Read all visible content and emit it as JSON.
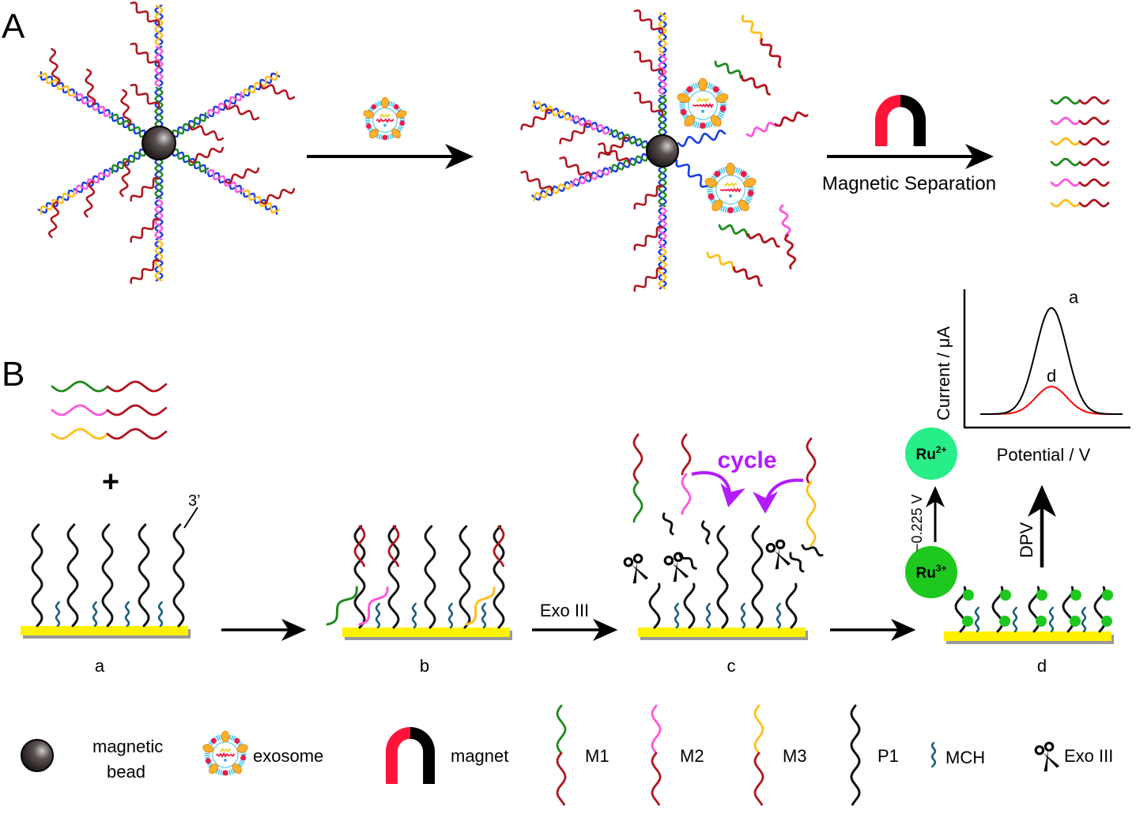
{
  "panels": {
    "A": {
      "label": "A",
      "step2_arrow_label": "Magnetic Separation"
    },
    "B": {
      "label": "B",
      "plus": "+",
      "three_prime": "3’",
      "stages": [
        "a",
        "b",
        "c",
        "d"
      ],
      "exo_arrow_label": "Exo III",
      "cycle_label": "cycle",
      "ru_low": {
        "symbol": "Ru",
        "charge": "3+"
      },
      "ru_high": {
        "symbol": "Ru",
        "charge": "2+"
      },
      "potential_label": "−0.225 V",
      "dpv_label": "DPV"
    }
  },
  "chart_data": {
    "type": "line",
    "title": "",
    "xlabel": "Potential / V",
    "ylabel": "Current / μA",
    "grid": false,
    "x_ticks": [],
    "y_ticks": [],
    "xlim": [
      0,
      1
    ],
    "ylim": [
      0,
      1
    ],
    "series": [
      {
        "name": "a",
        "color": "#000000",
        "baseline": 0.08,
        "peak_x": 0.5,
        "peak_height": 0.85,
        "width": 0.11
      },
      {
        "name": "d",
        "color": "#ff0000",
        "baseline": 0.08,
        "peak_x": 0.5,
        "peak_height": 0.22,
        "width": 0.11
      }
    ],
    "annotations": [
      "a",
      "d"
    ]
  },
  "legend": [
    {
      "key": "bead",
      "icon": "magnetic-bead-icon",
      "label_line1": "magnetic",
      "label_line2": "bead"
    },
    {
      "key": "exosome",
      "icon": "exosome-icon",
      "label_line1": "exosome"
    },
    {
      "key": "magnet",
      "icon": "magnet-icon",
      "label_line1": "magnet"
    },
    {
      "key": "M1",
      "icon": "m1-strand-icon",
      "label_line1": "M1"
    },
    {
      "key": "M2",
      "icon": "m2-strand-icon",
      "label_line1": "M2"
    },
    {
      "key": "M3",
      "icon": "m3-strand-icon",
      "label_line1": "M3"
    },
    {
      "key": "P1",
      "icon": "p1-strand-icon",
      "label_line1": "P1"
    },
    {
      "key": "MCH",
      "icon": "mch-icon",
      "label_line1": "MCH"
    },
    {
      "key": "Exo",
      "icon": "scissors-icon",
      "label_line1": "Exo III"
    }
  ],
  "colors": {
    "m1": "#1f8a1f",
    "m2": "#ff55dd",
    "m3": "#ffbf1a",
    "tail": "#b0141e",
    "capture": "#1a3fe0",
    "p1": "#111111",
    "mch": "#1d5e7a",
    "electrode": "#fff200",
    "ru3": "#1ec81e",
    "ru2": "#27ee88",
    "magnet_red": "#ff1438",
    "magnet_black": "#000000",
    "cycle": "#b31bff",
    "curve_d": "#ff0000"
  }
}
